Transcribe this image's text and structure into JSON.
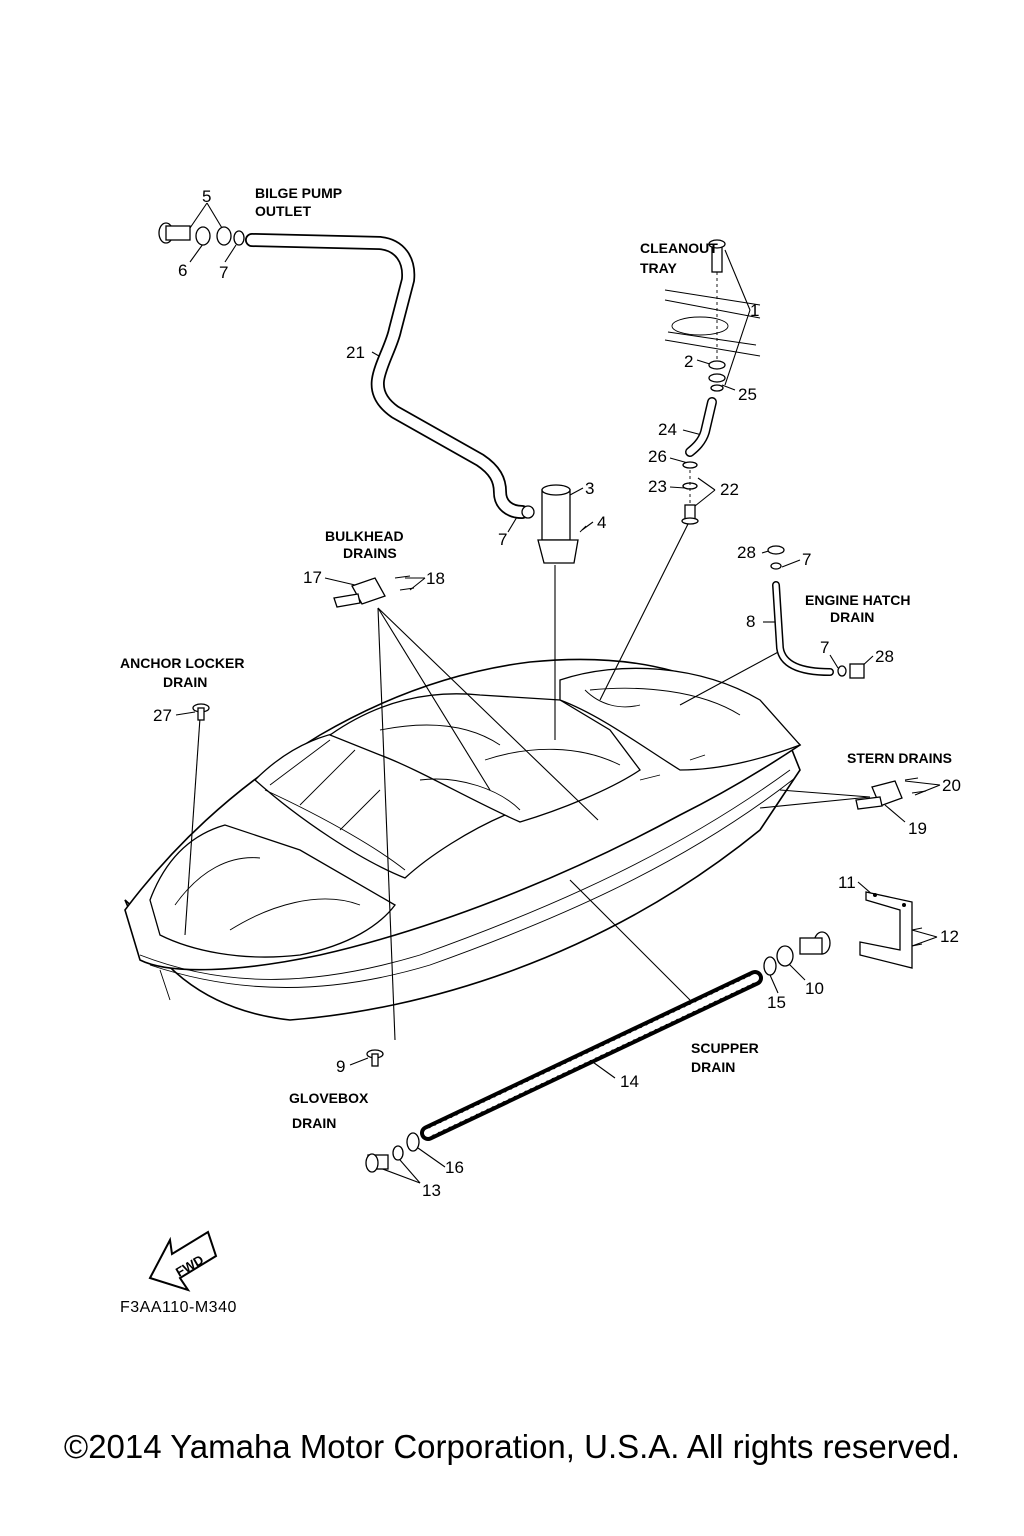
{
  "labels": {
    "bilge_pump_outlet": [
      "BILGE PUMP",
      "OUTLET"
    ],
    "cleanout_tray": [
      "CLEANOUT",
      "TRAY"
    ],
    "bulkhead_drains": [
      "BULKHEAD",
      "DRAINS"
    ],
    "engine_hatch_drain": [
      "ENGINE HATCH",
      "DRAIN"
    ],
    "anchor_locker_drain": [
      "ANCHOR LOCKER",
      "DRAIN"
    ],
    "stern_drains": "STERN DRAINS",
    "scupper_drain": [
      "SCUPPER",
      "DRAIN"
    ],
    "glovebox_drain": [
      "GLOVEBOX",
      "DRAIN"
    ],
    "fwd": "FWD"
  },
  "part_numbers": [
    "5",
    "6",
    "7",
    "7",
    "21",
    "1",
    "2",
    "25",
    "24",
    "26",
    "23",
    "22",
    "3",
    "4",
    "7",
    "17",
    "18",
    "28",
    "7",
    "8",
    "7",
    "28",
    "27",
    "20",
    "19",
    "11",
    "12",
    "10",
    "15",
    "14",
    "9",
    "16",
    "13"
  ],
  "diagram_code": "F3AA110-M340",
  "copyright": "©2014 Yamaha Motor Corporation, U.S.A. All rights reserved."
}
